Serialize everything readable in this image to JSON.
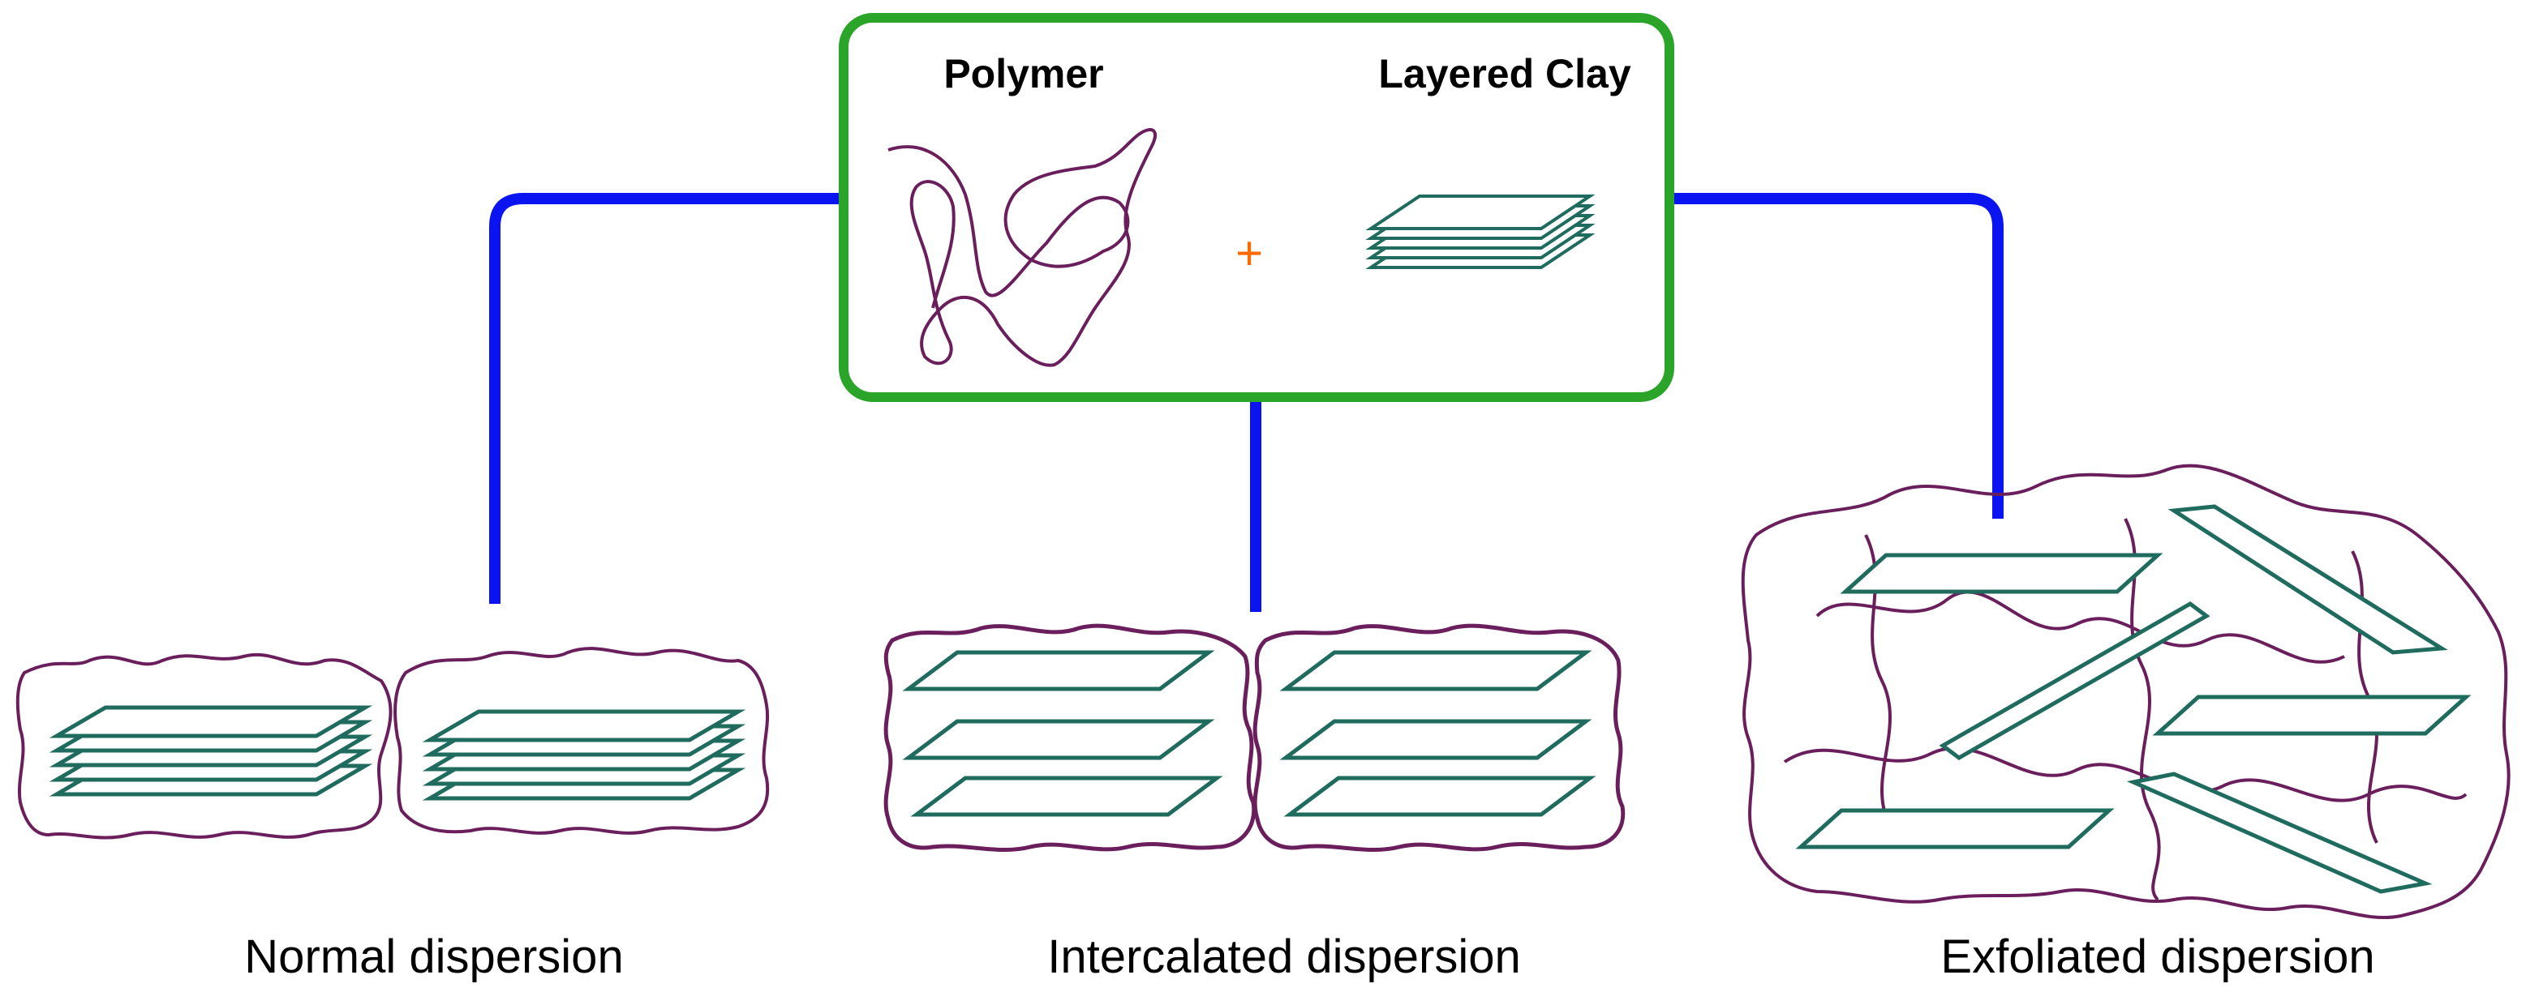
{
  "diagram": {
    "source_box": {
      "polymer_label": "Polymer",
      "clay_label": "Layered Clay",
      "plus_symbol": "+"
    },
    "outcomes": [
      {
        "key": "normal",
        "label": "Normal dispersion"
      },
      {
        "key": "intercalated",
        "label": "Intercalated dispersion"
      },
      {
        "key": "exfoliated",
        "label": "Exfoliated dispersion"
      }
    ]
  },
  "colors": {
    "box_border": "#2aa52a",
    "connector": "#0a14f0",
    "polymer": "#6a1f5c",
    "clay": "#1f6b5e",
    "plus": "#ff6a00"
  }
}
